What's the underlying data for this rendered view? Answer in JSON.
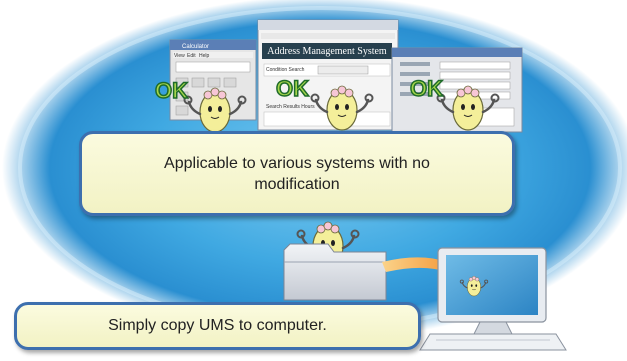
{
  "callouts": {
    "main": "Applicable to various systems with no modification",
    "copy": "Simply copy UMS to computer."
  },
  "ok_badges": [
    "OK",
    "OK",
    "OK"
  ],
  "windows": {
    "calculator": {
      "title": "Calculator",
      "menu": [
        "View",
        "Edit",
        "Help"
      ]
    },
    "address": {
      "title": "Address Management System",
      "search_section": "Condition Search",
      "results_section": "Search Results Hours"
    }
  },
  "colors": {
    "ellipse_blue": "#2a8fd1",
    "callout_border": "#3d6fae",
    "callout_fill": "#f7f7d0",
    "ok_green": "#8fc31f",
    "arrow_orange": "#f08a1c",
    "character_yellow": "#f4ef9a"
  }
}
